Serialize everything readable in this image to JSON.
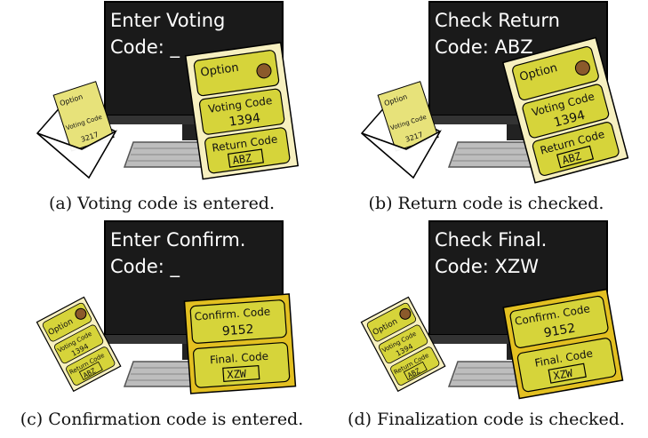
{
  "panels": [
    {
      "screen_line1": "Enter Voting",
      "screen_line2": "Code: _",
      "card_heading": "Option",
      "card_code_label": "Voting Code",
      "card_code_value": "1394",
      "card_return_label": "Return Code",
      "card_return_value": "ABZ",
      "mini_heading": "Option",
      "mini_label": "Voting Code",
      "mini_value": "3217",
      "caption": "(a) Voting code is entered."
    },
    {
      "screen_line1": "Check Return",
      "screen_line2": "Code: ABZ",
      "card_heading": "Option",
      "card_code_label": "Voting Code",
      "card_code_value": "1394",
      "card_return_label": "Return Code",
      "card_return_value": "ABZ",
      "mini_heading": "Option",
      "mini_label": "Voting Code",
      "mini_value": "3217",
      "caption": "(b) Return code is checked."
    },
    {
      "screen_line1": "Enter Confirm.",
      "screen_line2": "Code: _",
      "card_code_label": "Confirm. Code",
      "card_code_value": "9152",
      "card_return_label": "Final. Code",
      "card_return_value": "XZW",
      "mini_heading": "Option",
      "mini_label": "Voting Code",
      "mini_value": "1394",
      "mini_return_label": "Return Code",
      "mini_return_value": "ABZ",
      "caption": "(c) Confirmation code is entered."
    },
    {
      "screen_line1": "Check Final.",
      "screen_line2": "Code: XZW",
      "card_code_label": "Confirm. Code",
      "card_code_value": "9152",
      "card_return_label": "Final. Code",
      "card_return_value": "XZW",
      "mini_heading": "Option",
      "mini_label": "Voting Code",
      "mini_value": "1394",
      "mini_return_label": "Return Code",
      "mini_return_value": "ABZ",
      "caption": "(d) Finalization code is checked."
    }
  ],
  "colors": {
    "screen": "#1a1a1a",
    "monitor_body": "#2b2b2b",
    "card_yellow": "#d6d43a",
    "card_cream": "#f7f0c0",
    "code_card_gold": "#e3c021",
    "keyboard": "#bdbdbd"
  }
}
